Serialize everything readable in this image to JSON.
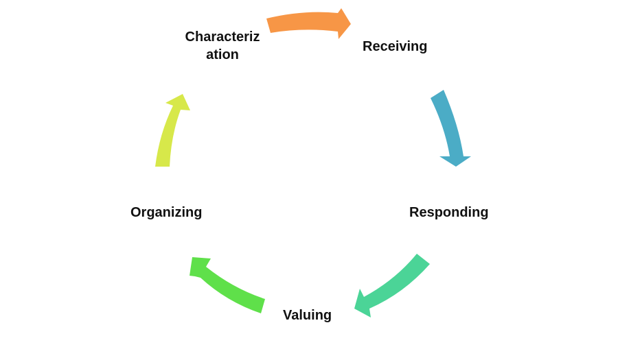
{
  "diagram": {
    "type": "cycle",
    "stages": [
      {
        "id": "receiving",
        "label": "Receiving",
        "color": "#F79646"
      },
      {
        "id": "responding",
        "label": "Responding",
        "color": "#4BACC6"
      },
      {
        "id": "valuing",
        "label": "Valuing",
        "color": "#4BD497"
      },
      {
        "id": "organizing",
        "label": "Organizing",
        "color": "#5FE04A"
      },
      {
        "id": "characterization",
        "label": "Characterization",
        "color": "#D7E84A"
      }
    ],
    "characterization_lines": [
      "Characteriz",
      "ation"
    ],
    "arrows": [
      {
        "from": "characterization",
        "to": "receiving",
        "color": "#F79646",
        "icon": "curved-arrow"
      },
      {
        "from": "receiving",
        "to": "responding",
        "color": "#4BACC6",
        "icon": "curved-arrow"
      },
      {
        "from": "responding",
        "to": "valuing",
        "color": "#4BD497",
        "icon": "curved-arrow"
      },
      {
        "from": "valuing",
        "to": "organizing",
        "color": "#5FE04A",
        "icon": "curved-arrow"
      },
      {
        "from": "organizing",
        "to": "characterization",
        "color": "#D7E84A",
        "icon": "curved-arrow"
      }
    ]
  }
}
